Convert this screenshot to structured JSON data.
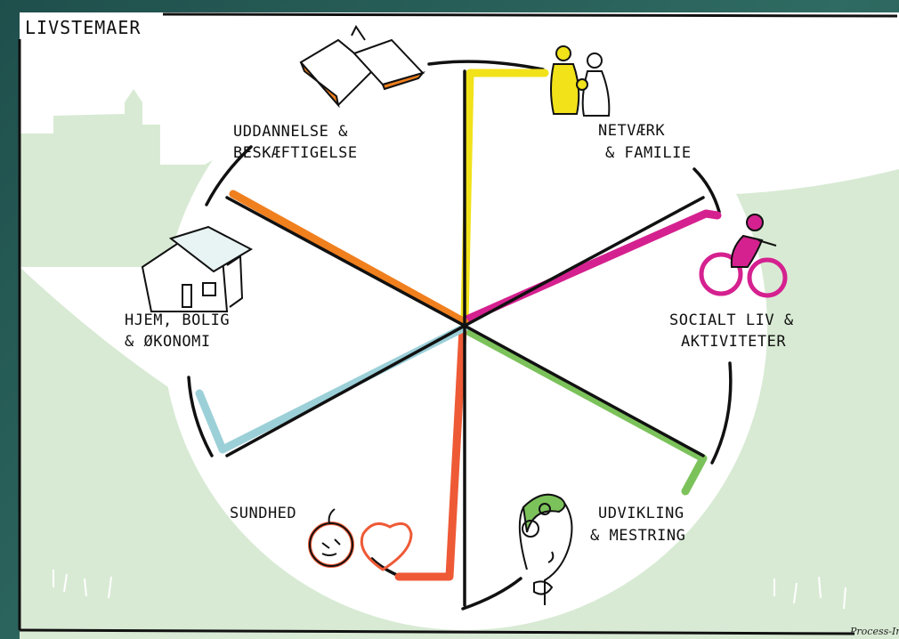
{
  "title": "LIVSTEMAER",
  "credit": "Process-In",
  "themes": [
    {
      "id": "uddannelse",
      "lines": [
        "UDDANNELSE &",
        "BESKÆFTIGELSE"
      ],
      "color": "#f07f1e",
      "icon": "open-book-icon"
    },
    {
      "id": "netvaerk",
      "lines": [
        "NETVÆRK",
        "& FAMILIE"
      ],
      "color": "#f1e21a",
      "icon": "family-icon"
    },
    {
      "id": "socialt",
      "lines": [
        "SOCIALT LIV &",
        "AKTIVITETER"
      ],
      "color": "#d5218f",
      "icon": "cyclist-icon"
    },
    {
      "id": "udvikling",
      "lines": [
        "UDVIKLING",
        "& MESTRING"
      ],
      "color": "#7cc25b",
      "icon": "gear-head-icon"
    },
    {
      "id": "sundhed",
      "lines": [
        "SUNDHED"
      ],
      "color": "#ee5a36",
      "icon": "apple-heart-icon"
    },
    {
      "id": "hjem",
      "lines": [
        "HJEM, BOLIG",
        "& ØKONOMI"
      ],
      "color": "#9cd0d8",
      "icon": "house-icon"
    }
  ]
}
